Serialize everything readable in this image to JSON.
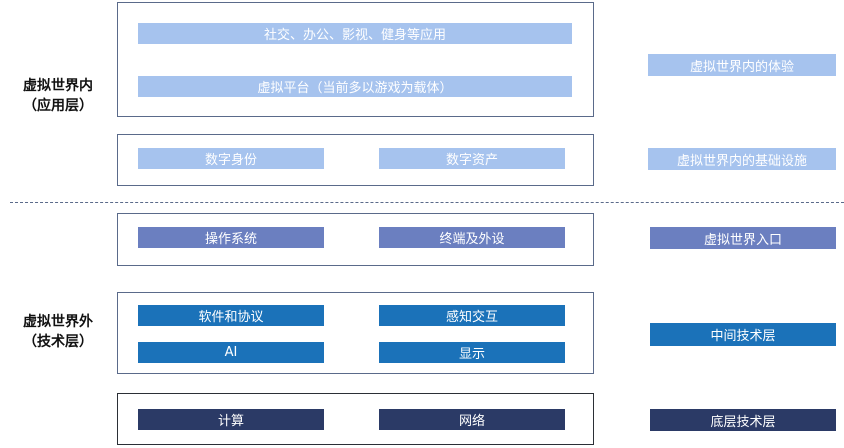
{
  "left_labels": {
    "inner": [
      "虚拟世界内",
      "（应用层）"
    ],
    "outer": [
      "虚拟世界外",
      "（技术层）"
    ]
  },
  "boxes": {
    "app": {
      "bars": [
        "社交、办公、影视、健身等应用",
        "虚拟平台（当前多以游戏为载体）"
      ]
    },
    "infra": {
      "bars": [
        "数字身份",
        "数字资产"
      ]
    },
    "entry": {
      "bars": [
        "操作系统",
        "终端及外设"
      ]
    },
    "middle": {
      "bars": [
        "软件和协议",
        "感知交互",
        "AI",
        "显示"
      ]
    },
    "bottom": {
      "bars": [
        "计算",
        "网络"
      ]
    }
  },
  "right_labels": {
    "experience": "虚拟世界内的体验",
    "infrastructure": "虚拟世界内的基础设施",
    "entrance": "虚拟世界入口",
    "middle_tech": "中间技术层",
    "bottom_tech": "底层技术层"
  },
  "colors": {
    "level1": "#a6c3ee",
    "level2": "#6b7fc0",
    "level3": "#1b72b9",
    "level4": "#2b3a66",
    "border": "#5a6a8a"
  }
}
